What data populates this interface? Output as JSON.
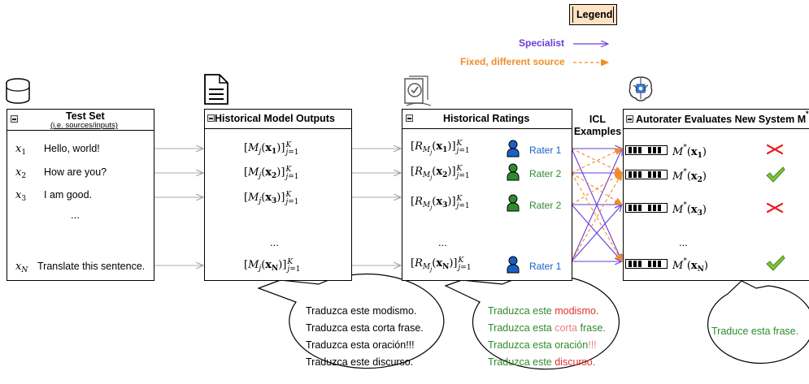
{
  "legend": {
    "title": "Legend",
    "specialist_label": "Specialist",
    "fixed_label": "Fixed, different source",
    "specialist_color": "#6a3cd8",
    "fixed_color": "#f28c28"
  },
  "test_set": {
    "title": "Test Set",
    "subtitle": "(i.e. sources/inputs)",
    "rows": [
      {
        "var": "x",
        "sub": "1",
        "text": "Hello, world!"
      },
      {
        "var": "x",
        "sub": "2",
        "text": "How are you?"
      },
      {
        "var": "x",
        "sub": "3",
        "text": "I am good."
      },
      {
        "var": "x",
        "sub": "N",
        "text": "Translate this sentence."
      }
    ],
    "ellipsis": "..."
  },
  "historical_outputs": {
    "title": "Historical Model Outputs",
    "rows": [
      {
        "sub": "1"
      },
      {
        "sub": "2"
      },
      {
        "sub": "3"
      },
      {
        "sub": "N"
      }
    ],
    "ellipsis": "...",
    "bubble": [
      "Traduzca este modismo.",
      "Traduzca esta corta frase.",
      "Traduzca esta oración!!!",
      "Traduzca este discurso."
    ]
  },
  "historical_ratings": {
    "title": "Historical Ratings",
    "rows": [
      {
        "sub": "1",
        "rater": "Rater 1",
        "color": "#1a5fc7"
      },
      {
        "sub": "2",
        "rater": "Rater 2",
        "color": "#2e8b2e"
      },
      {
        "sub": "3",
        "rater": "Rater 2",
        "color": "#2e8b2e"
      },
      {
        "sub": "N",
        "rater": "Rater 1",
        "color": "#1a5fc7"
      }
    ],
    "ellipsis": "...",
    "bubble": [
      {
        "before": "Traduzca este ",
        "mark": "modismo",
        "after": ".",
        "mark_color": "#e03030"
      },
      {
        "before": "Traduzca esta ",
        "mark": "corta",
        "after": " frase.",
        "mark_color": "#f08080"
      },
      {
        "before": "Traduzca esta oración",
        "mark": "!!!",
        "after": "",
        "mark_color": "#f08080"
      },
      {
        "before": "Traduzca este ",
        "mark": "discurso",
        "after": ".",
        "mark_color": "#e03030"
      }
    ],
    "bubble_text_color": "#2e8b2e"
  },
  "icl_label": [
    "ICL",
    "Examples"
  ],
  "autorater": {
    "title": "Autorater Evaluates New System M",
    "rows": [
      {
        "sub": "1",
        "result": "cross"
      },
      {
        "sub": "2",
        "result": "check"
      },
      {
        "sub": "3",
        "result": "cross"
      },
      {
        "sub": "N",
        "result": "check"
      }
    ],
    "ellipsis": "...",
    "bubble": "Traduce esta frase."
  }
}
